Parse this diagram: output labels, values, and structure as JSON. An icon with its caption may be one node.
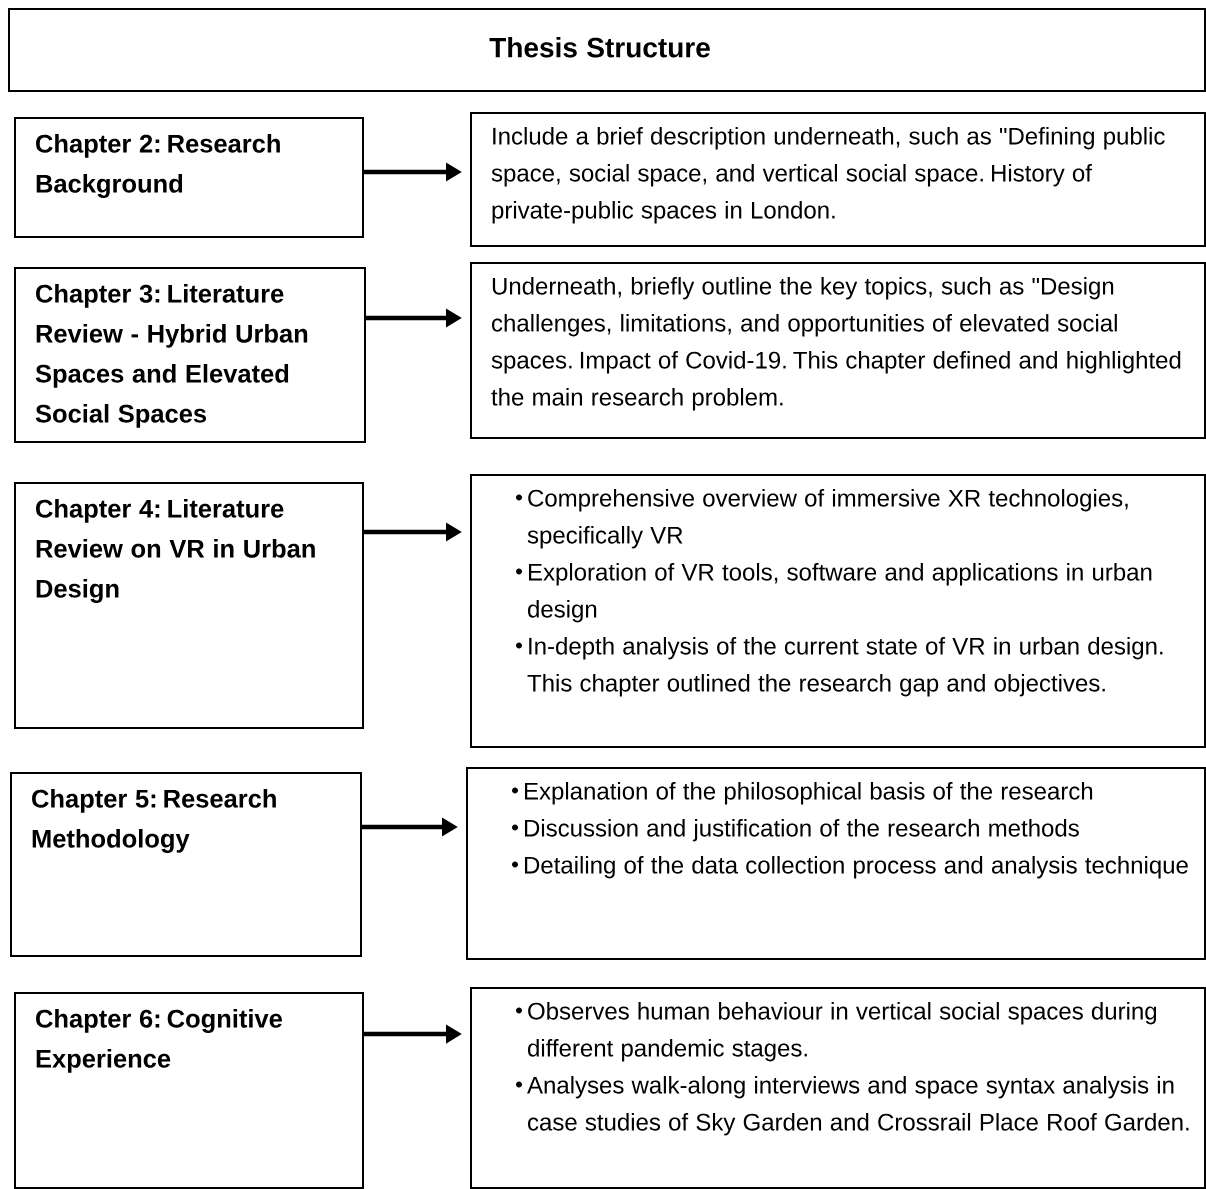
{
  "diagram": {
    "nodes": [
      {
        "text": [
          "Thesis Structure"
        ]
      },
      {
        "text": [
          "Chapter 2: Research Background"
        ]
      },
      {
        "text": [
          "Include a brief description underneath, such as \"Defining public space, social space, and vertical social space. History of private-public spaces in London."
        ]
      },
      {
        "text": [
          "Chapter 3: Literature Review - Hybrid Urban Spaces and Elevated Social Spaces"
        ]
      },
      {
        "text": [
          "Underneath, briefly outline the key topics, such as \"Design challenges, limitations, and opportunities of elevated social spaces. Impact of Covid-19. This chapter defined and highlighted the main research problem."
        ]
      },
      {
        "text": [
          "Chapter 4: Literature Review on VR in Urban Design"
        ]
      },
      {
        "text": [
          "Comprehensive overview of immersive XR technologies, specifically VR",
          "Exploration of VR tools, software and applications in urban design",
          "In-depth analysis of the current state of VR in urban design. This chapter outlined the research gap and objectives."
        ]
      },
      {
        "text": [
          "Chapter 5: Research Methodology"
        ]
      },
      {
        "text": [
          "Explanation of the philosophical basis of the research",
          "Discussion and justification of the research methods",
          "Detailing of the data collection process and analysis technique"
        ]
      },
      {
        "text": [
          "Chapter 6: Cognitive Experience"
        ]
      },
      {
        "text": [
          "Observes human behaviour in vertical social spaces during different pandemic stages.",
          "Analyses walk-along interviews and space syntax analysis in case studies of Sky Garden and Crossrail Place Roof Garden."
        ]
      }
    ],
    "edges": [
      {
        "from": 1,
        "to": 2,
        "arrow": "to"
      },
      {
        "from": 3,
        "to": 4,
        "arrow": "to"
      },
      {
        "from": 5,
        "to": 6,
        "arrow": "to"
      },
      {
        "from": 7,
        "to": 8,
        "arrow": "to"
      },
      {
        "from": 9,
        "to": 10,
        "arrow": "to"
      }
    ]
  }
}
